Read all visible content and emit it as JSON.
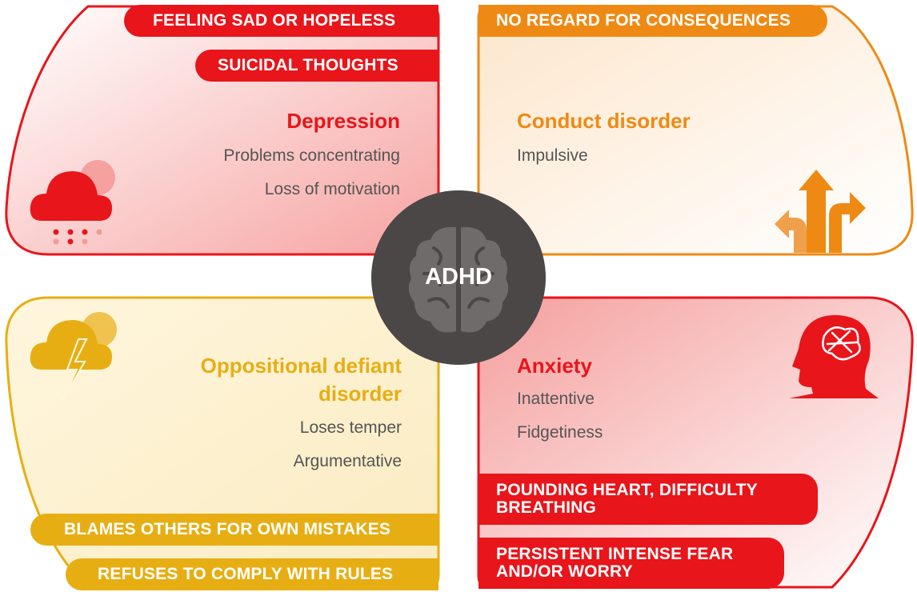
{
  "center": {
    "label": "ADHD",
    "icon": "brain-icon"
  },
  "depression": {
    "title": "Depression",
    "items": [
      "Problems concentrating",
      "Loss of motivation"
    ],
    "tags": [
      "FEELING SAD OR HOPELESS",
      "SUICIDAL THOUGHTS"
    ],
    "icon": "rain-cloud-icon",
    "color": "#e8151b"
  },
  "conduct": {
    "title": "Conduct disorder",
    "items": [
      "Impulsive"
    ],
    "tags": [
      "NO REGARD FOR CONSEQUENCES"
    ],
    "icon": "branching-arrows-icon",
    "color": "#ee8a14"
  },
  "odd": {
    "title_line1": "Oppositional defiant",
    "title_line2": "disorder",
    "items": [
      "Loses temper",
      "Argumentative"
    ],
    "tags": [
      "BLAMES OTHERS FOR OWN MISTAKES",
      "REFUSES TO COMPLY WITH RULES"
    ],
    "icon": "storm-cloud-icon",
    "color": "#e7ae14"
  },
  "anxiety": {
    "title": "Anxiety",
    "items": [
      "Inattentive",
      "Fidgetiness"
    ],
    "tags": [
      {
        "line1": "POUNDING HEART, DIFFICULTY",
        "line2": "BREATHING"
      },
      {
        "line1": "PERSISTENT INTENSE FEAR",
        "line2": "AND/OR WORRY"
      }
    ],
    "icon": "anxious-head-icon",
    "color": "#e8151b"
  }
}
